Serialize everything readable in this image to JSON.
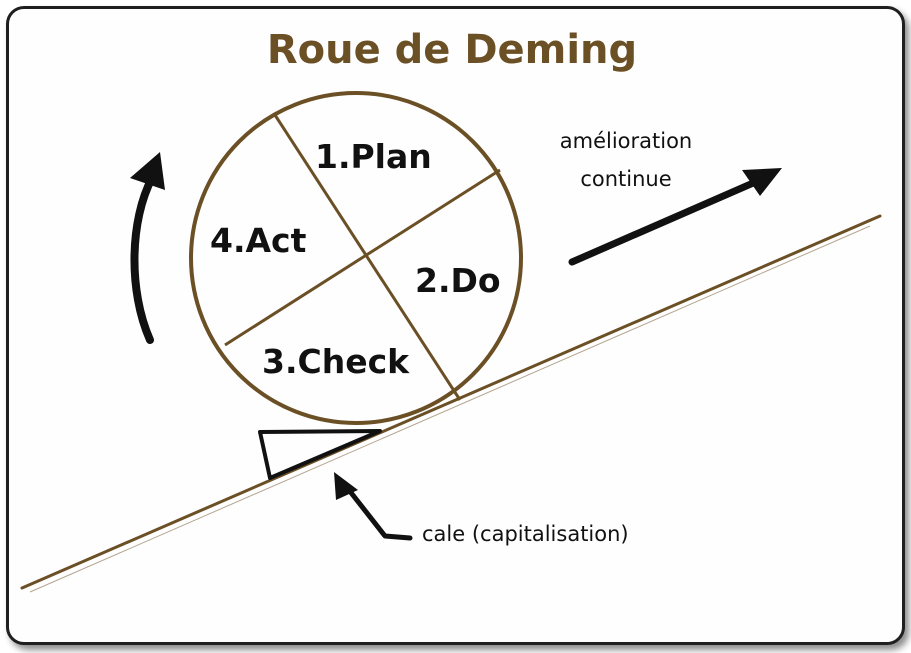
{
  "title": "Roue de Deming",
  "segments": {
    "plan": "1.Plan",
    "do": "2.Do",
    "check": "3.Check",
    "act": "4.Act"
  },
  "annotations": {
    "improvement_line1": "amélioration",
    "improvement_line2": "continue",
    "wedge": "cale (capitalisation)"
  },
  "colors": {
    "title": "#6b4f25",
    "wheel": "#6b4f25",
    "ink": "#111111"
  }
}
